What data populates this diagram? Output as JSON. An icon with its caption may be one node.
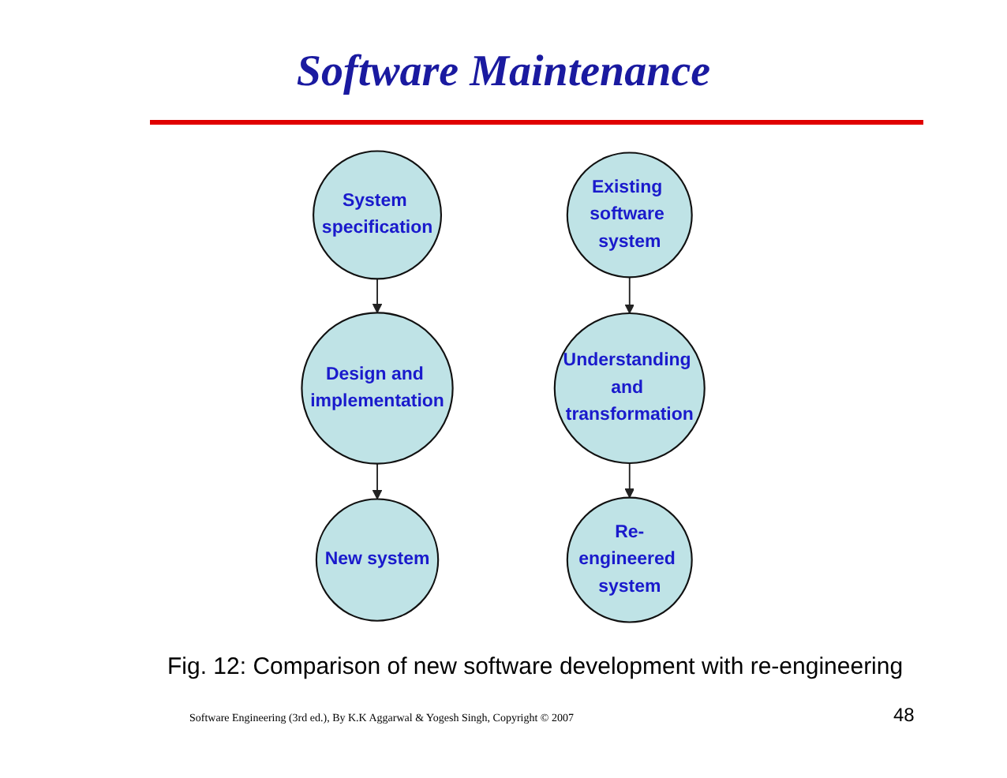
{
  "diagram": {
    "title": "Software Maintenance",
    "caption": "Fig. 12: Comparison of new software development with re-engineering",
    "nodes": [
      {
        "text": [
          "System specification"
        ]
      },
      {
        "text": [
          "Existing software system"
        ]
      },
      {
        "text": [
          "Design and implementation"
        ]
      },
      {
        "text": [
          "Understanding and transformation"
        ]
      },
      {
        "text": [
          "New system"
        ]
      },
      {
        "text": [
          "Re-engineered system"
        ]
      }
    ],
    "edges": [
      {
        "from": 0,
        "to": 2,
        "arrow": "to"
      },
      {
        "from": 2,
        "to": 4,
        "arrow": "to"
      },
      {
        "from": 1,
        "to": 3,
        "arrow": "to"
      },
      {
        "from": 3,
        "to": 5,
        "arrow": "to"
      }
    ],
    "labels": [
      "Software Engineering (3rd ed.), By K.K Aggarwal & Yogesh Singh, Copyright © 2007",
      "48"
    ]
  }
}
